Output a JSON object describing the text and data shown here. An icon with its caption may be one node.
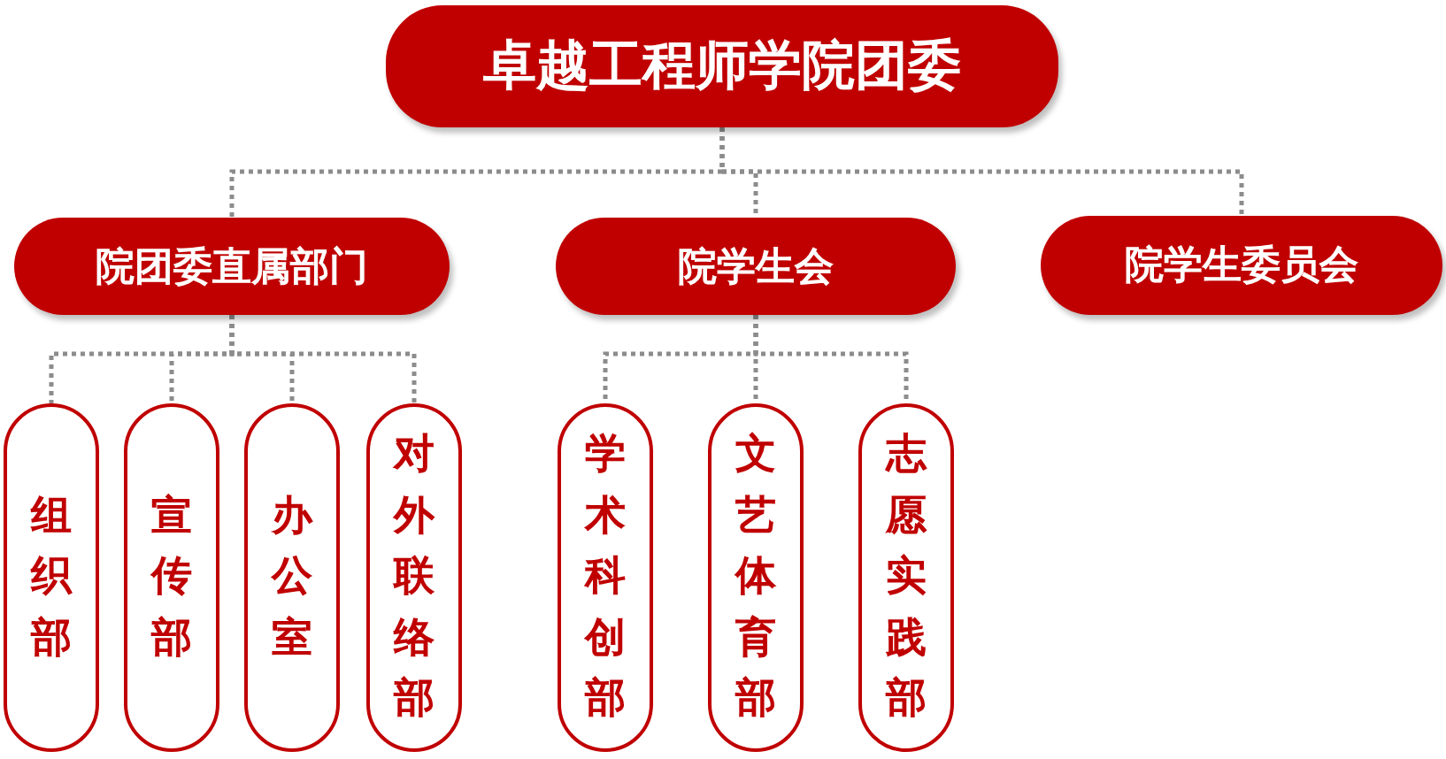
{
  "diagram": {
    "nodes": [
      {
        "text": [
          "卓越工程师学院团委"
        ]
      },
      {
        "text": [
          "院团委直属部门"
        ]
      },
      {
        "text": [
          "院学生会"
        ]
      },
      {
        "text": [
          "院学生委员会"
        ]
      },
      {
        "text": [
          "组织部"
        ]
      },
      {
        "text": [
          "宣传部"
        ]
      },
      {
        "text": [
          "办公室"
        ]
      },
      {
        "text": [
          "对外联络部"
        ]
      },
      {
        "text": [
          "学术科创部"
        ]
      },
      {
        "text": [
          "文艺体育部"
        ]
      },
      {
        "text": [
          "志愿实践部"
        ]
      }
    ],
    "edges": [
      {
        "from": 0,
        "to": 1,
        "arrow": "none"
      },
      {
        "from": 0,
        "to": 2,
        "arrow": "none"
      },
      {
        "from": 0,
        "to": 3,
        "arrow": "none"
      },
      {
        "from": 1,
        "to": 4,
        "arrow": "none"
      },
      {
        "from": 1,
        "to": 5,
        "arrow": "none"
      },
      {
        "from": 1,
        "to": 6,
        "arrow": "none"
      },
      {
        "from": 1,
        "to": 7,
        "arrow": "none"
      },
      {
        "from": 2,
        "to": 8,
        "arrow": "none"
      },
      {
        "from": 2,
        "to": 9,
        "arrow": "none"
      },
      {
        "from": 2,
        "to": 10,
        "arrow": "none"
      }
    ]
  }
}
